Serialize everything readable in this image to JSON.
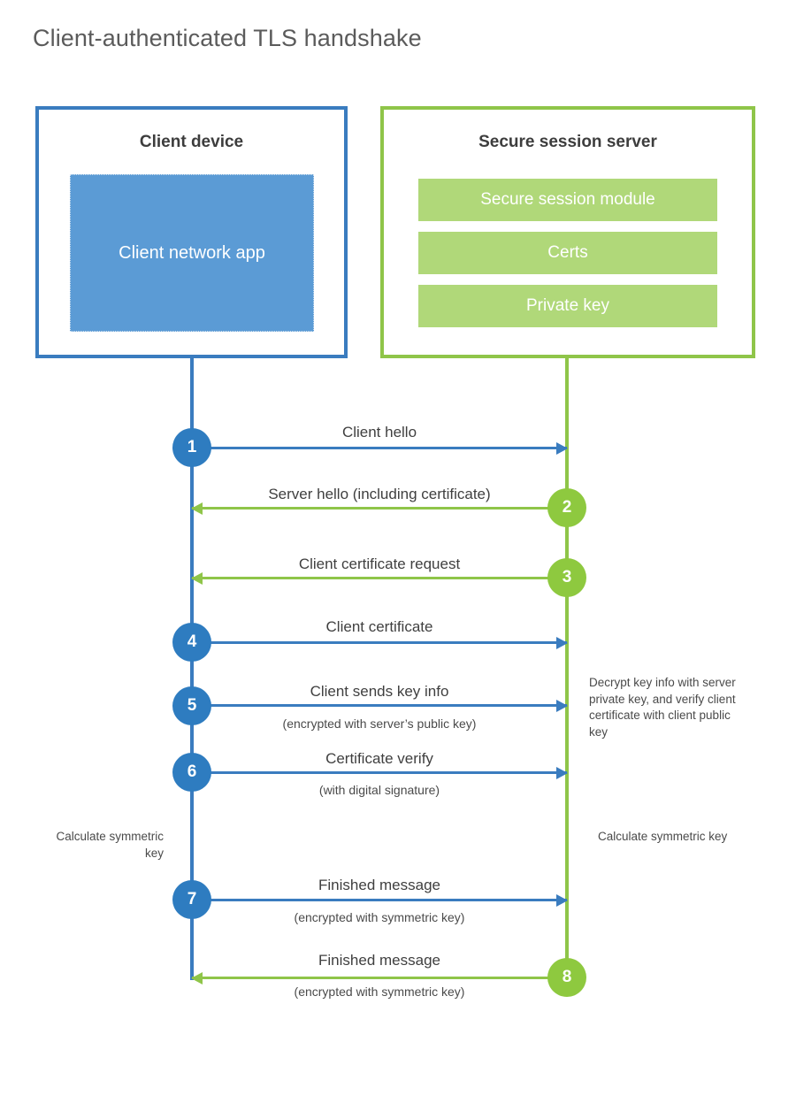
{
  "diagram": {
    "title": "Client-authenticated TLS handshake",
    "colors": {
      "blue_border": "#3a7cbf",
      "blue_fill": "#5b9bd5",
      "blue_circle": "#2e7cc0",
      "green_border": "#8fc549",
      "green_fill": "#b0d879",
      "green_circle": "#8ec93f",
      "background": "#ffffff",
      "text": "#4a4a4a"
    }
  },
  "client": {
    "title": "Client device",
    "app_label": "Client network app"
  },
  "server": {
    "title": "Secure session server",
    "components": [
      {
        "label": "Secure session module"
      },
      {
        "label": "Certs"
      },
      {
        "label": "Private key"
      }
    ]
  },
  "steps": [
    {
      "number": "1",
      "label": "Client hello",
      "sub": "",
      "direction": "client-to-server",
      "color": "blue"
    },
    {
      "number": "2",
      "label": "Server hello (including certificate)",
      "sub": "",
      "direction": "server-to-client",
      "color": "green"
    },
    {
      "number": "3",
      "label": "Client certificate request",
      "sub": "",
      "direction": "server-to-client",
      "color": "green"
    },
    {
      "number": "4",
      "label": "Client certificate",
      "sub": "",
      "direction": "client-to-server",
      "color": "blue"
    },
    {
      "number": "5",
      "label": "Client sends key info",
      "sub": "(encrypted with server’s public key)",
      "direction": "client-to-server",
      "color": "blue"
    },
    {
      "number": "6",
      "label": "Certificate verify",
      "sub": "(with digital signature)",
      "direction": "client-to-server",
      "color": "blue"
    },
    {
      "number": "7",
      "label": "Finished message",
      "sub": "(encrypted with symmetric key)",
      "direction": "client-to-server",
      "color": "blue"
    },
    {
      "number": "8",
      "label": "Finished message",
      "sub": "(encrypted with symmetric key)",
      "direction": "server-to-client",
      "color": "green"
    }
  ],
  "notes": {
    "server_decrypt": "Decrypt key info with server private key, and verify client certificate with client public key",
    "client_calculate": "Calculate symmetric key",
    "server_calculate": "Calculate symmetric key"
  }
}
